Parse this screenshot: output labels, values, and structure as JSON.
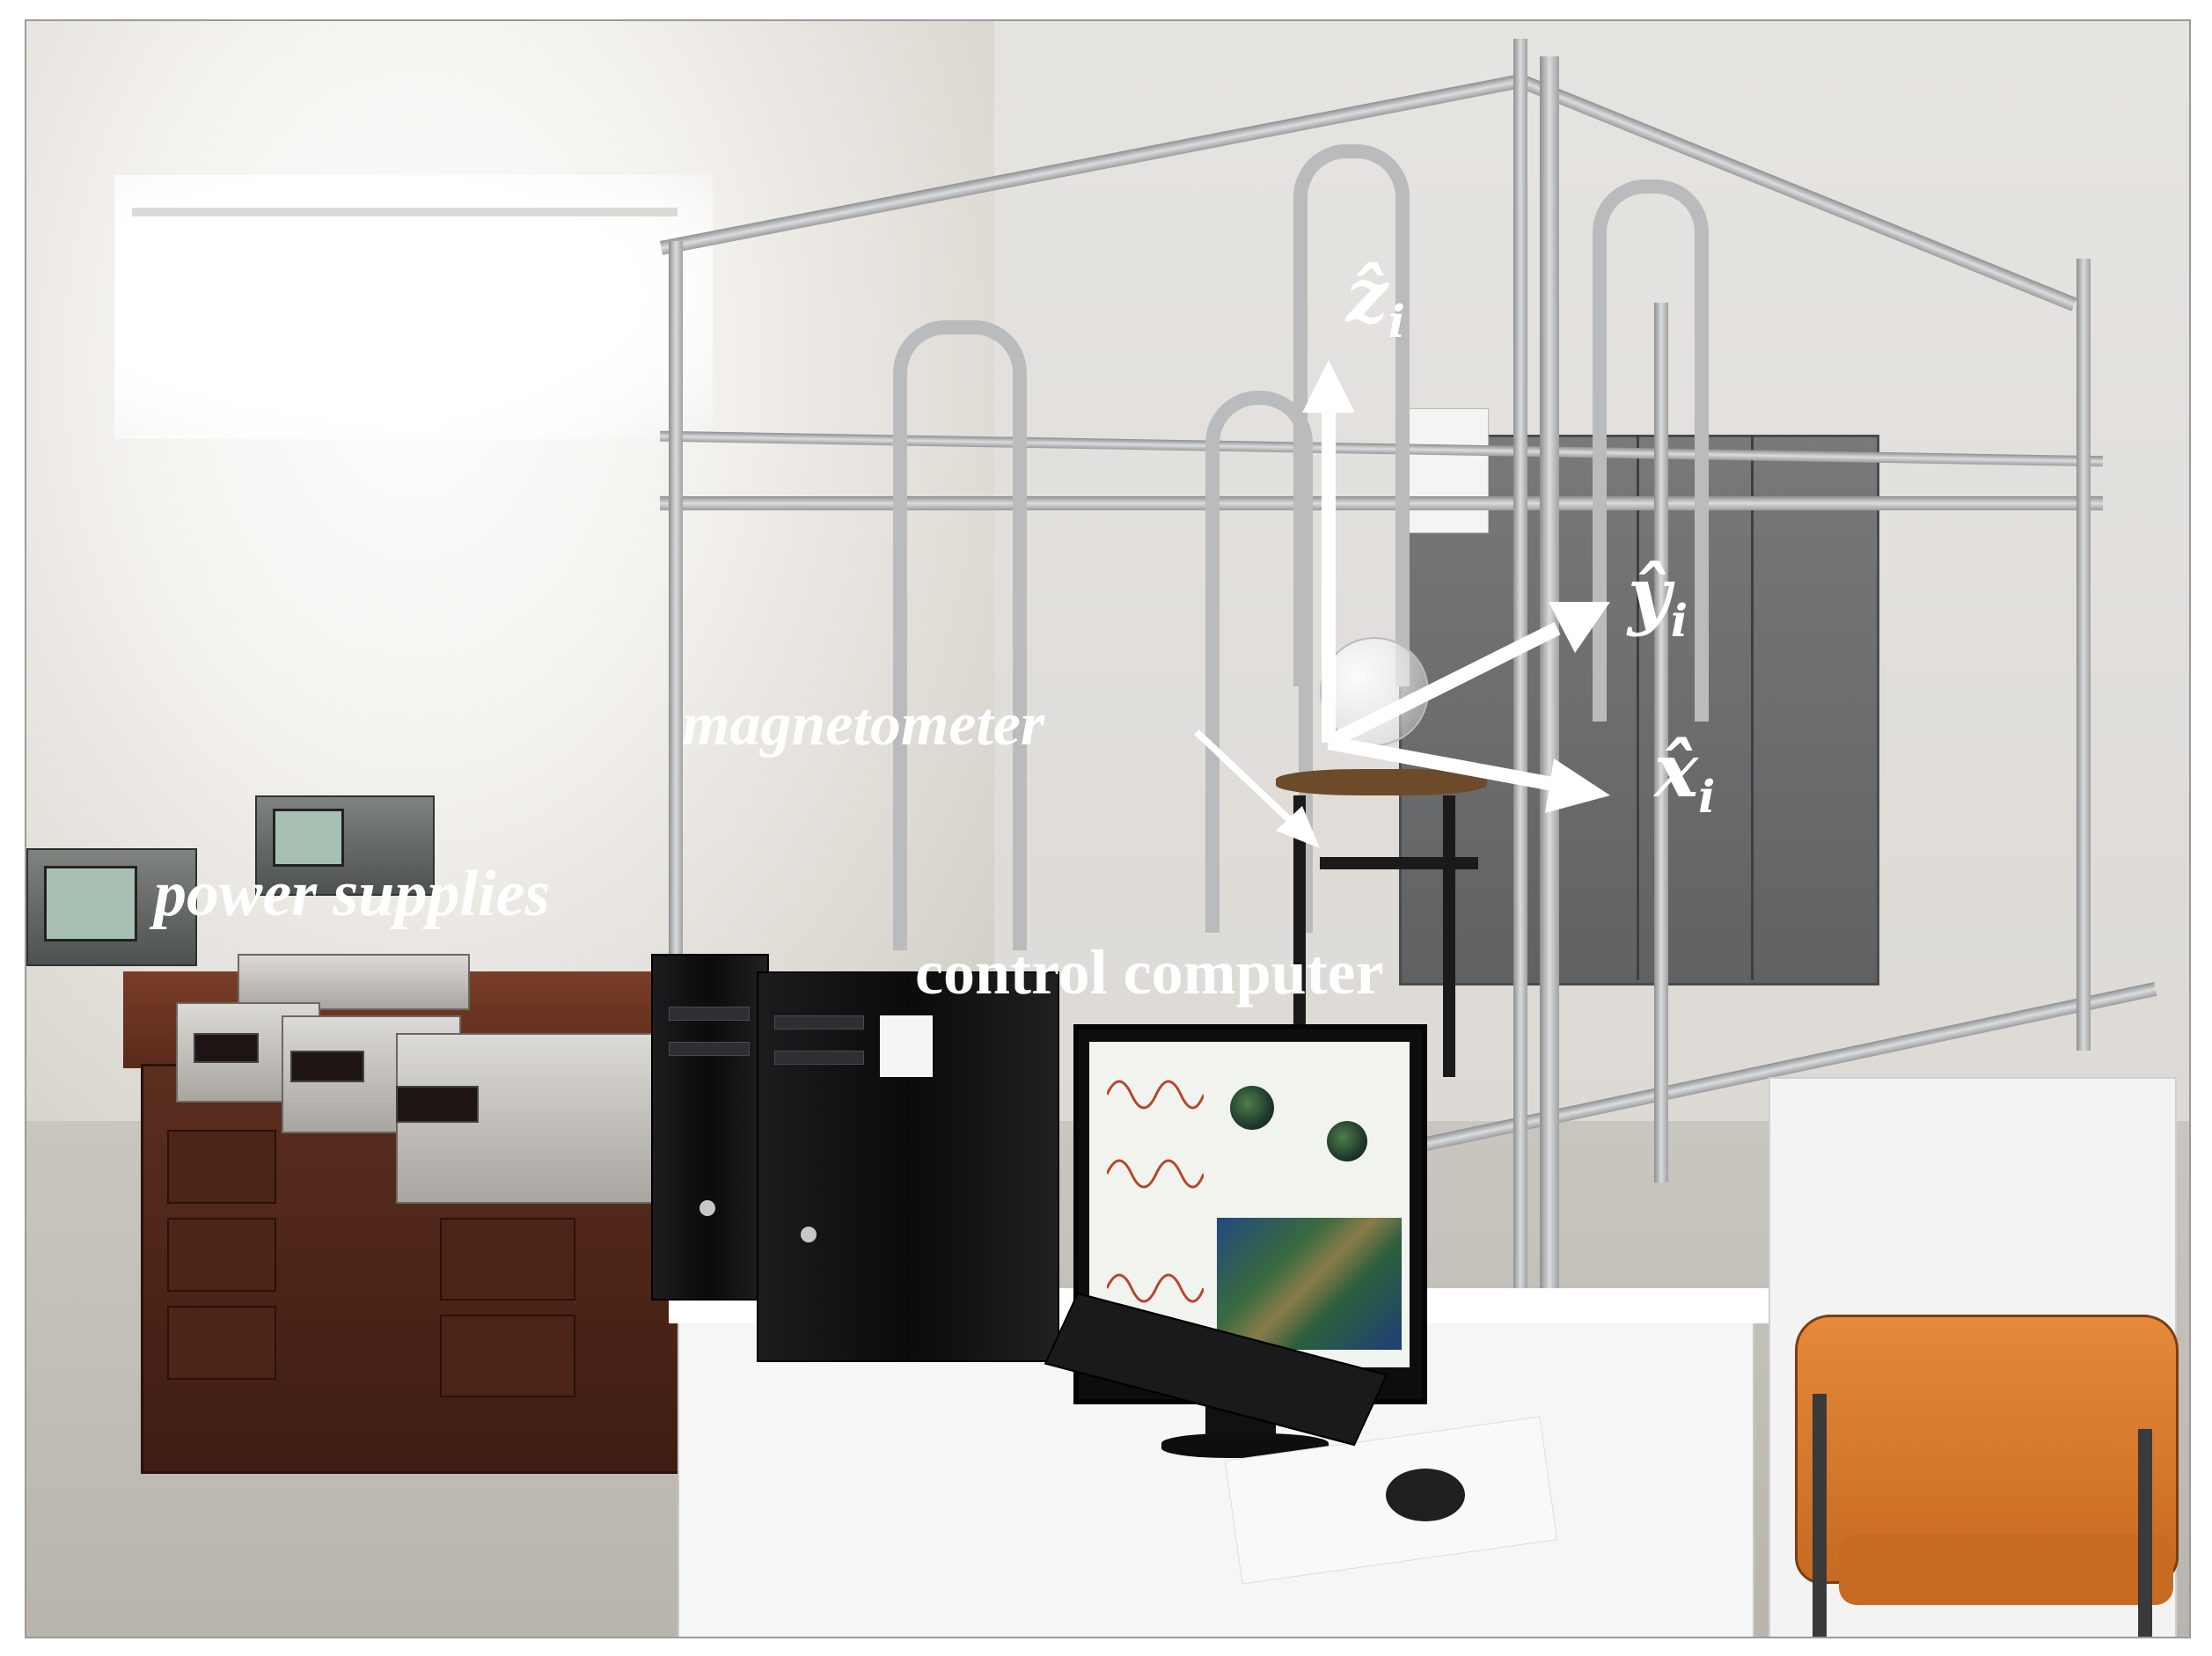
{
  "labels": {
    "magnetometer": "magnetometer",
    "power_supplies": "power supplies",
    "control_computer": "control computer"
  },
  "axes": {
    "z": {
      "hat": "ẑ",
      "sub": "i"
    },
    "y": {
      "hat": "ŷ",
      "sub": "i"
    },
    "x": {
      "hat": "x̂",
      "sub": "i"
    }
  },
  "colors": {
    "label": "#ffffff",
    "chair": "#d9782e",
    "desk_wood": "#5b2e1f",
    "cabinet_gray": "#6a6c6e"
  }
}
